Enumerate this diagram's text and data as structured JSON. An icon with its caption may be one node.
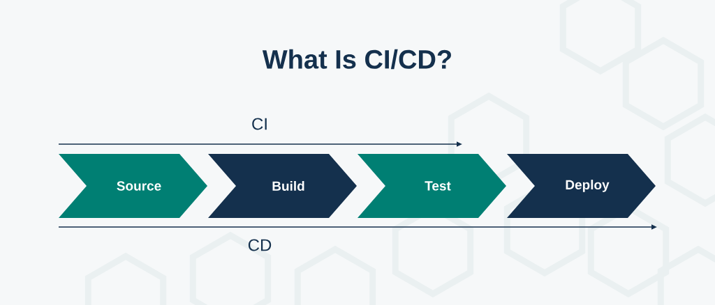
{
  "diagram": {
    "title": "What Is CI/CD?",
    "nodes": [
      {
        "text": [
          "Source"
        ]
      },
      {
        "text": [
          "Build"
        ]
      },
      {
        "text": [
          "Test"
        ]
      },
      {
        "text": [
          "Deploy"
        ]
      }
    ],
    "labels": [
      "CI",
      "CD"
    ]
  }
}
